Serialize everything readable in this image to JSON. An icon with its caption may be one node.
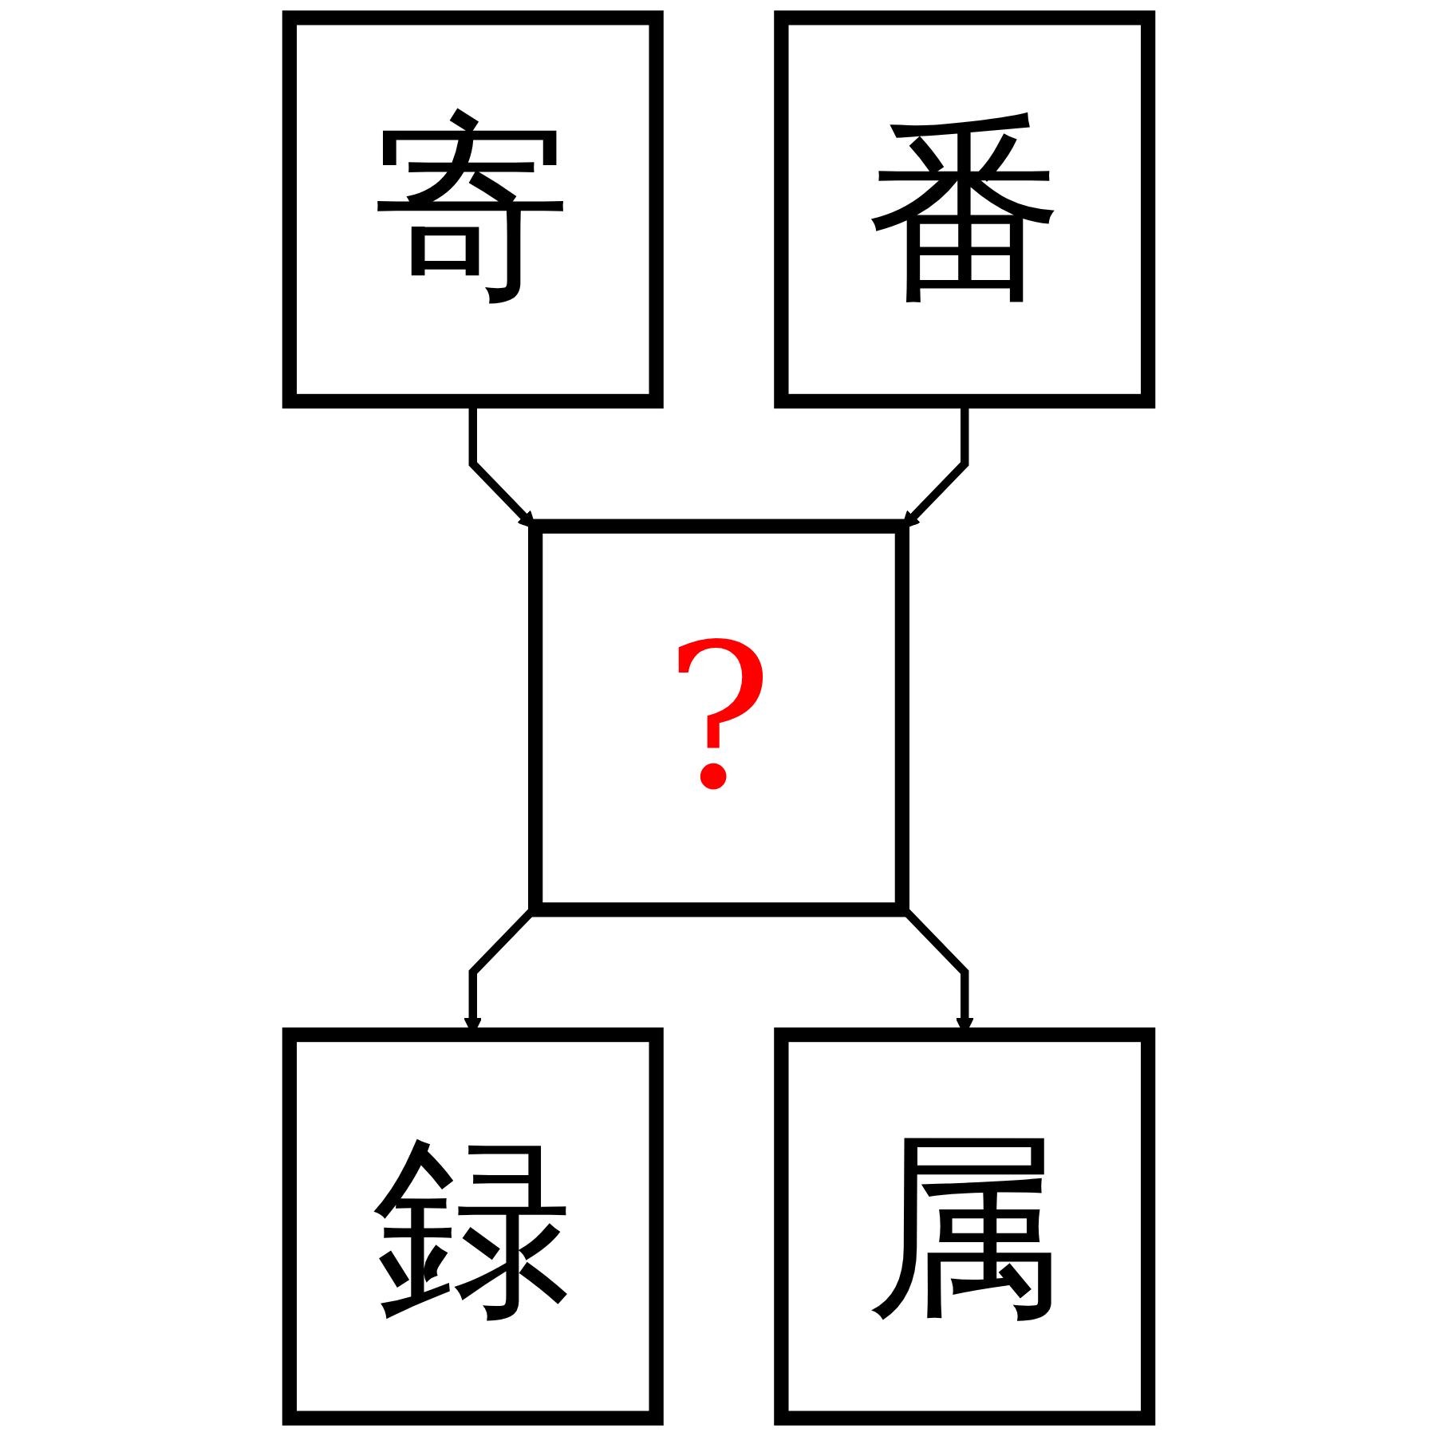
{
  "diagram": {
    "nodes": [
      {
        "text": [
          "寄"
        ]
      },
      {
        "text": [
          "番"
        ]
      },
      {
        "text": [
          "?"
        ]
      },
      {
        "text": [
          "録"
        ]
      },
      {
        "text": [
          "属"
        ]
      }
    ],
    "edges": [
      {
        "from": 0,
        "to": 2,
        "arrow": "to"
      },
      {
        "from": 1,
        "to": 2,
        "arrow": "to"
      },
      {
        "from": 2,
        "to": 3,
        "arrow": "to"
      },
      {
        "from": 2,
        "to": 4,
        "arrow": "to"
      }
    ]
  }
}
